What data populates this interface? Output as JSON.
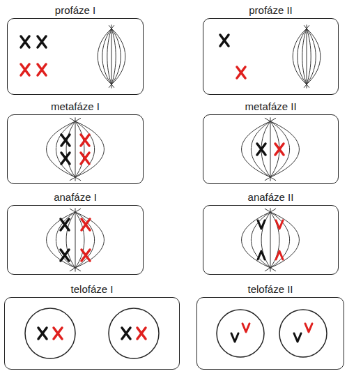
{
  "diagram": {
    "nodes": [
      {
        "text": [
          "profáze I"
        ]
      },
      {
        "text": [
          "metafáze I"
        ]
      },
      {
        "text": [
          "anafáze I"
        ]
      },
      {
        "text": [
          "telofáze I"
        ]
      },
      {
        "text": [
          "profáze II"
        ]
      },
      {
        "text": [
          "metafáze II"
        ]
      },
      {
        "text": [
          "anafáze II"
        ]
      },
      {
        "text": [
          "telofáze II"
        ]
      }
    ]
  }
}
